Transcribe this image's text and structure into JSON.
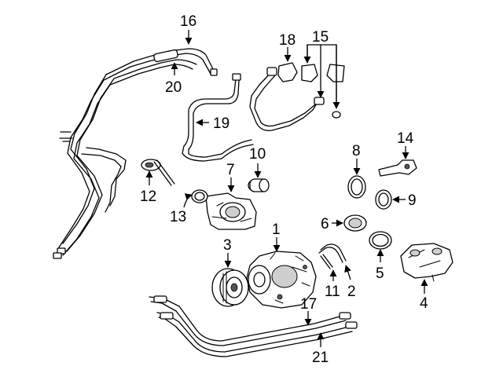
{
  "callouts": {
    "c1": "1",
    "c2": "2",
    "c3": "3",
    "c4": "4",
    "c5": "5",
    "c6": "6",
    "c7": "7",
    "c8": "8",
    "c9": "9",
    "c10": "10",
    "c11": "11",
    "c12": "12",
    "c13": "13",
    "c14": "14",
    "c15": "15",
    "c16": "16",
    "c17": "17",
    "c18": "18",
    "c19": "19",
    "c20": "20",
    "c21": "21"
  },
  "colors": {
    "ink": "#000000",
    "background": "#ffffff",
    "shade": "#cfcfcf"
  }
}
